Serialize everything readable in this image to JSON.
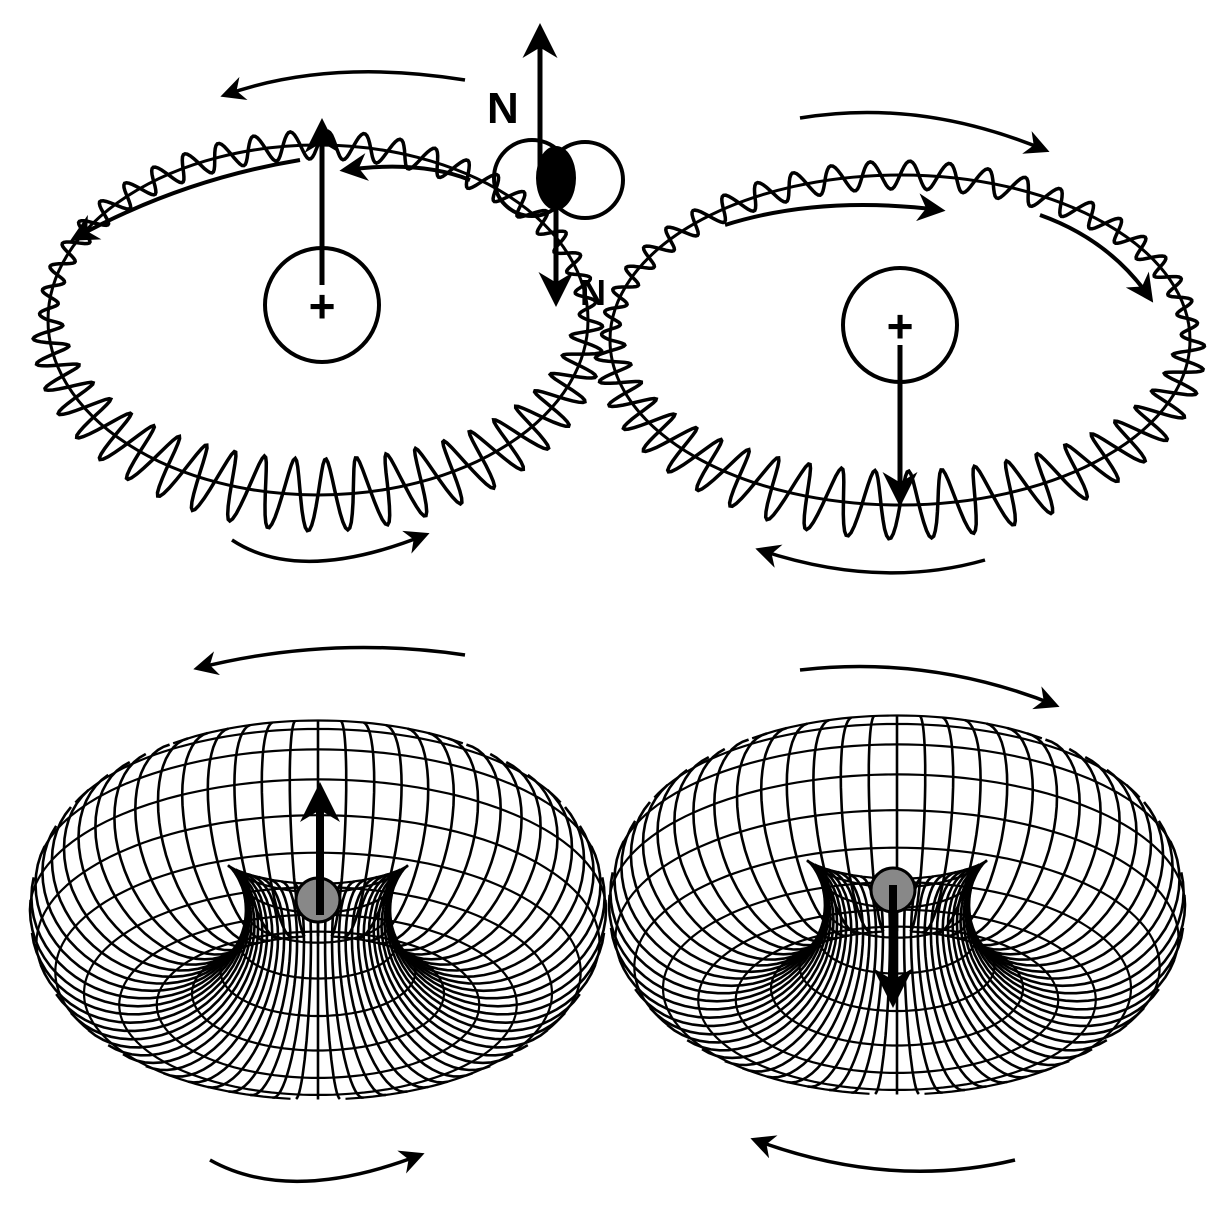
{
  "labels": {
    "north_pole": "N",
    "lower_pole": "N"
  },
  "glyphs": {
    "plus_left": "+",
    "plus_right": "+"
  },
  "colors": {
    "ink": "#000000",
    "background": "#ffffff",
    "hatch": "#555555"
  },
  "panels": [
    {
      "name": "top-left-wavy-ring",
      "spin": "up"
    },
    {
      "name": "top-right-wavy-ring",
      "spin": "down"
    },
    {
      "name": "bottom-left-torus",
      "spin": "up"
    },
    {
      "name": "bottom-right-torus",
      "spin": "down"
    }
  ]
}
